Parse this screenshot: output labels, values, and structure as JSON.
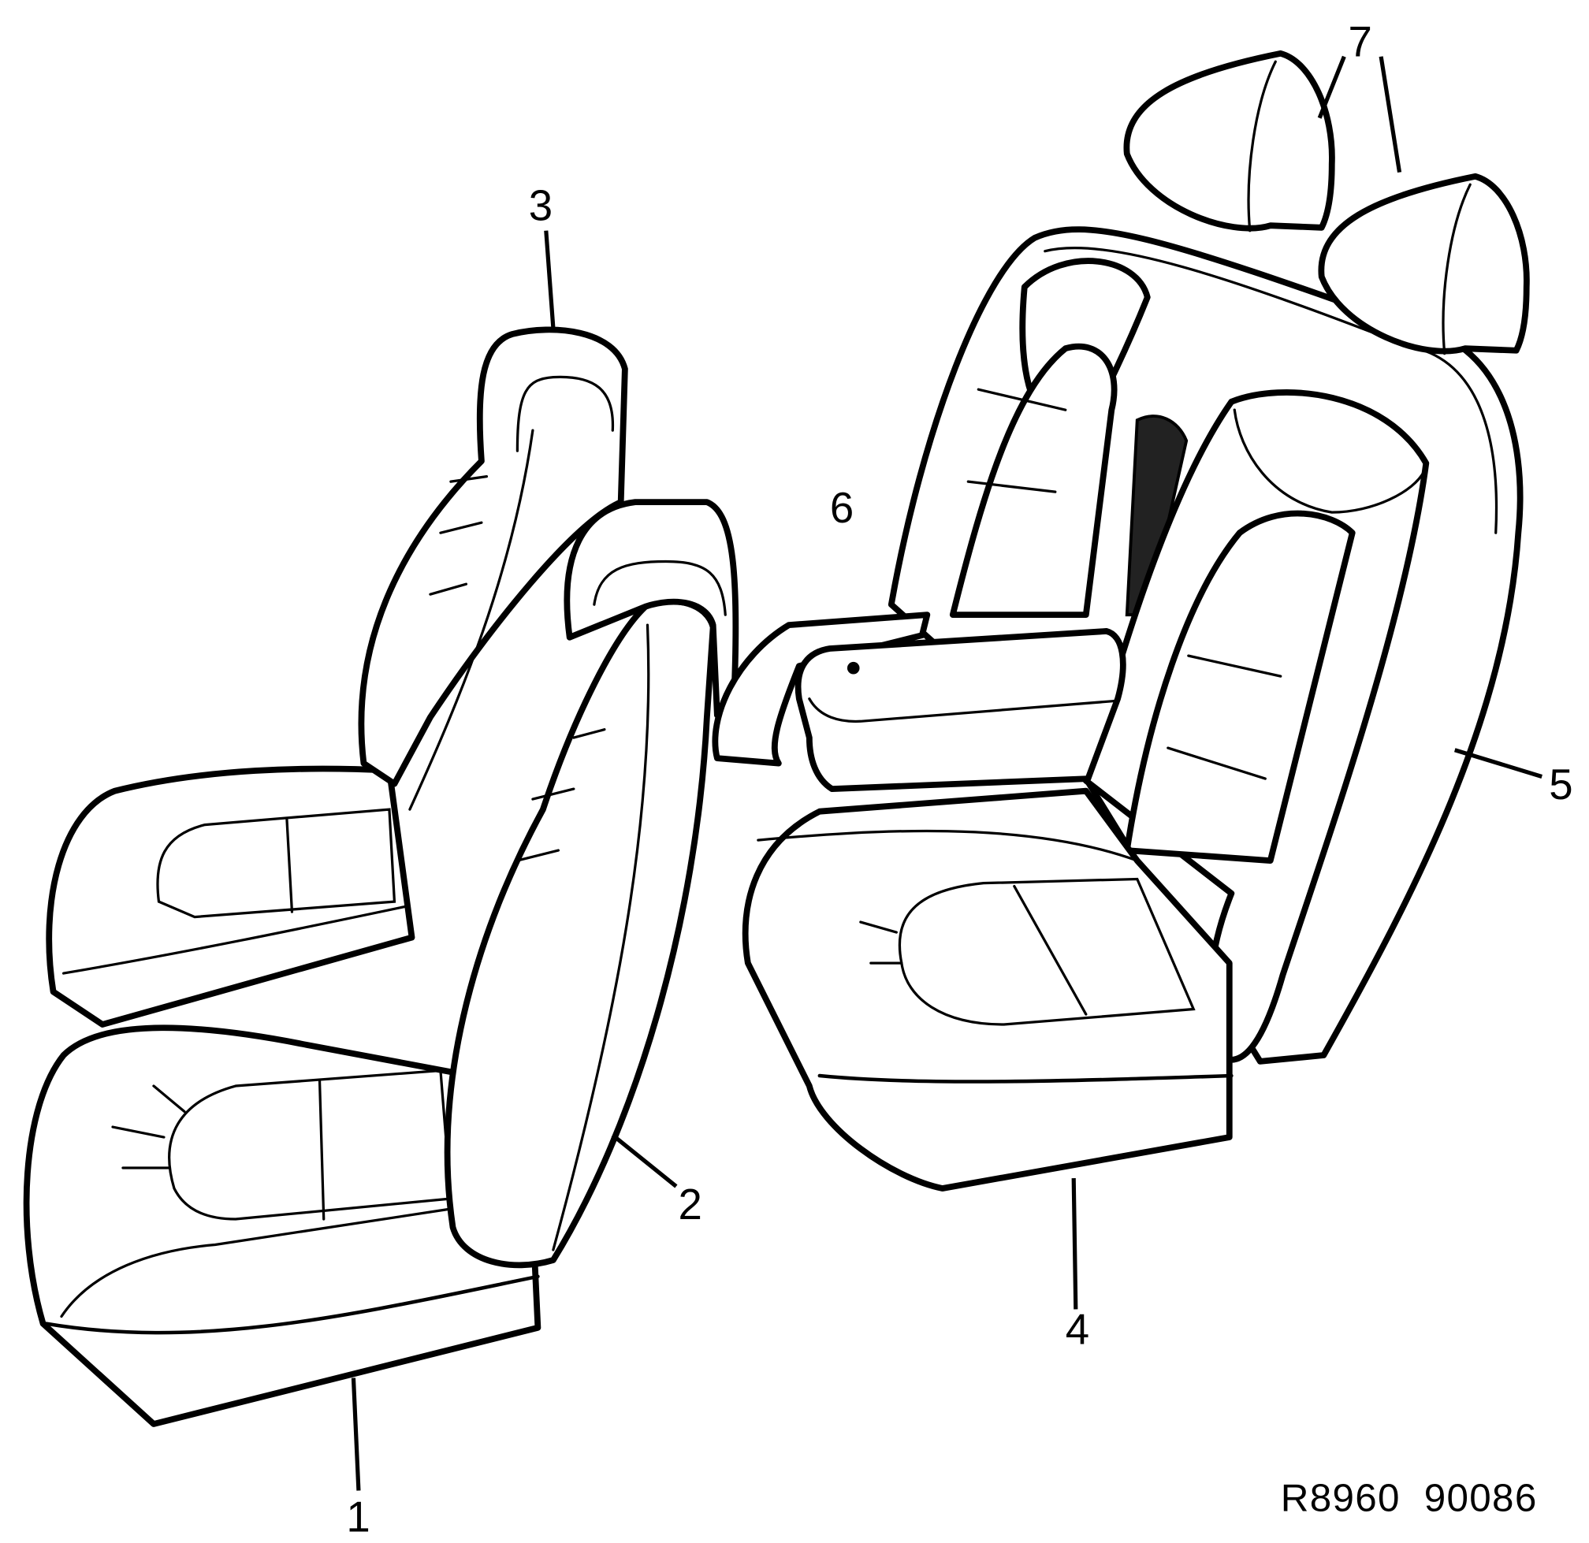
{
  "diagram": {
    "callouts": [
      {
        "id": "1",
        "label": "1"
      },
      {
        "id": "2",
        "label": "2"
      },
      {
        "id": "3",
        "label": "3"
      },
      {
        "id": "4",
        "label": "4"
      },
      {
        "id": "5",
        "label": "5"
      },
      {
        "id": "6",
        "label": "6"
      },
      {
        "id": "7",
        "label": "7"
      }
    ],
    "reference_code": "R8960  90086",
    "line_color": "#000000",
    "background_color": "#ffffff"
  }
}
